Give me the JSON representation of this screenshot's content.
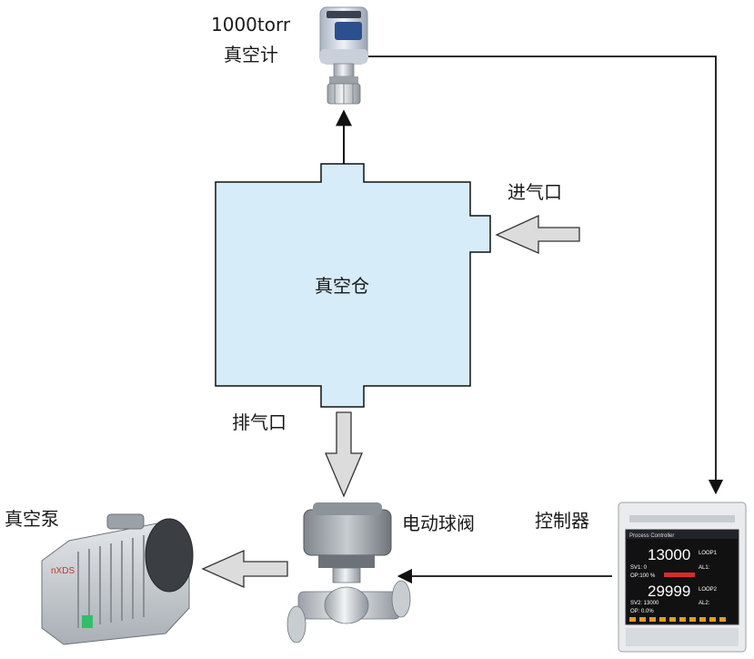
{
  "labels": {
    "gauge_model": "1000torr",
    "gauge_name": "真空计",
    "inlet": "进气口",
    "chamber": "真空仓",
    "outlet": "排气口",
    "valve": "电动球阀",
    "pump": "真空泵",
    "controller": "控制器"
  },
  "controller_screen": {
    "header": "Process Controller",
    "pv1": "13000",
    "loop1": "LOOP1",
    "sv1": "SV1: 0",
    "op1": "OP:100 %",
    "al1": "AL1:",
    "pv2": "29999",
    "loop2": "LOOP2",
    "sv2": "SV2: 13000",
    "op2": "OP: 0.0%",
    "al2": "AL2:"
  },
  "colors": {
    "chamber_fill": "#d6ecf8",
    "arrow_fill": "#dcdcdc",
    "line": "#111111"
  },
  "icons": [
    "vacuum-gauge-icon",
    "ball-valve-icon",
    "vacuum-pump-icon",
    "controller-icon"
  ]
}
